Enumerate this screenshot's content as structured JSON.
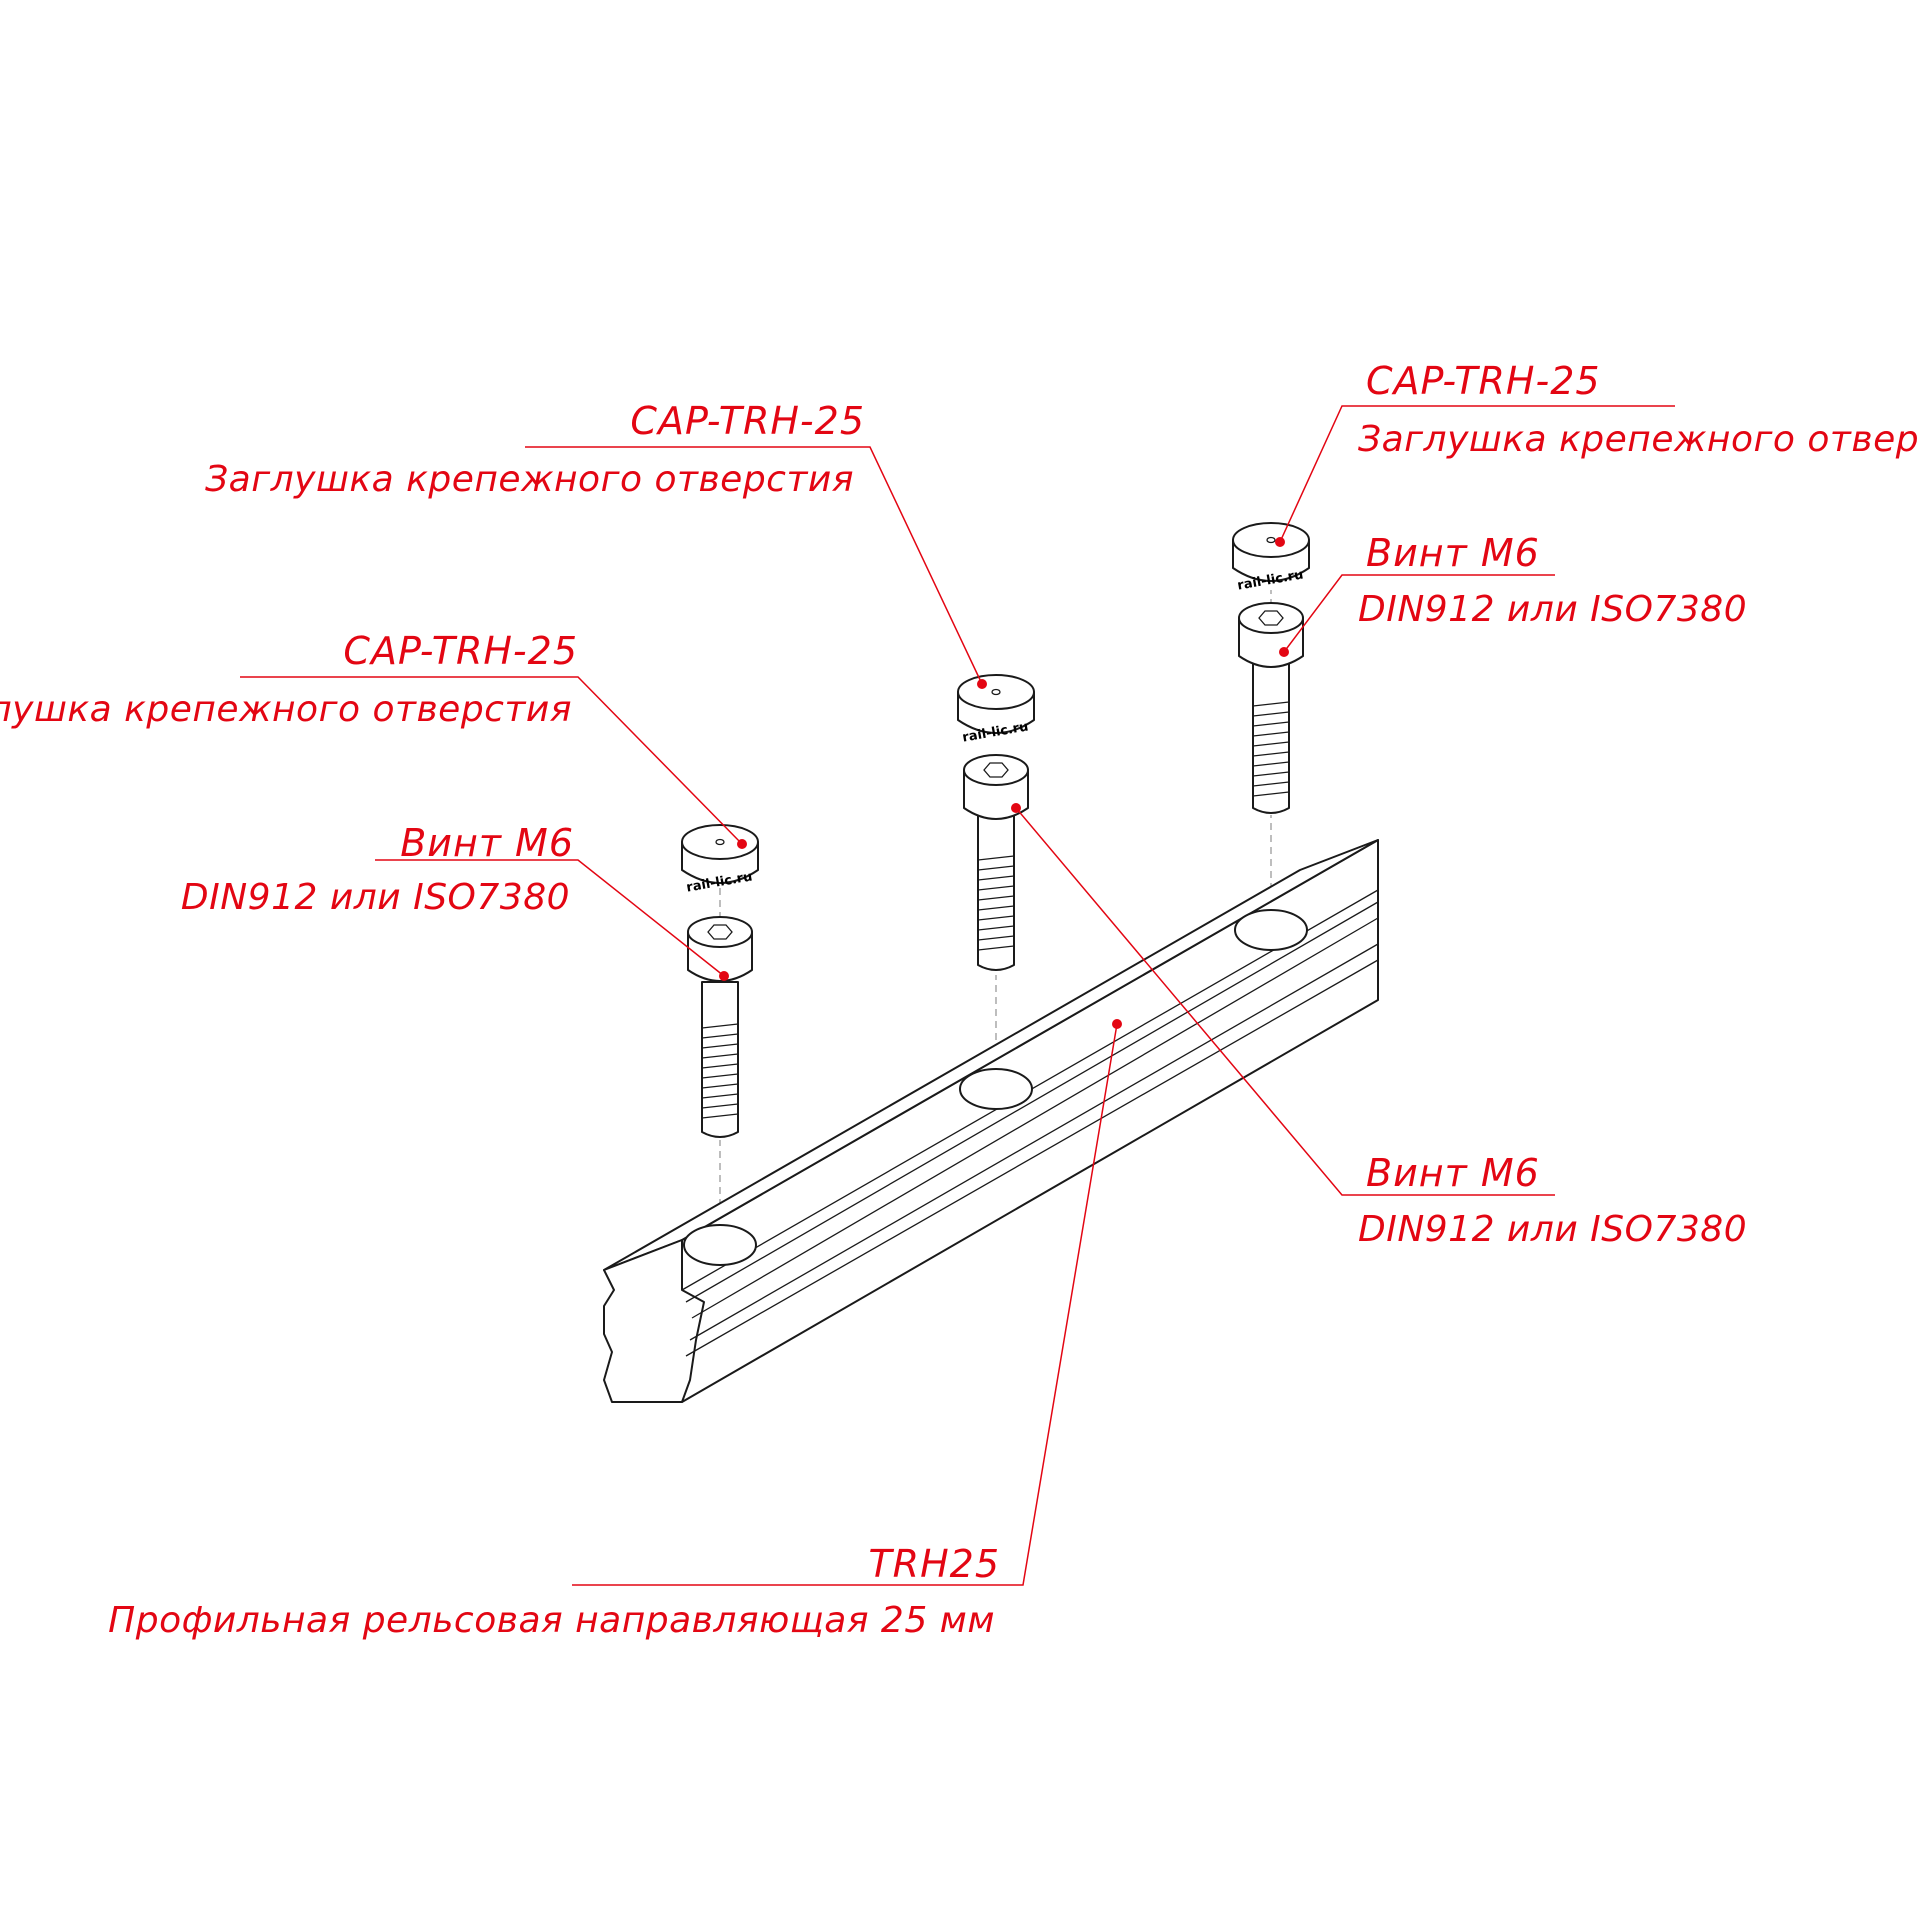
{
  "callouts": {
    "cap_left": {
      "code": "CAP-TRH-25",
      "desc": "Заглушка крепежного отверстия"
    },
    "cap_middle": {
      "code": "CAP-TRH-25",
      "desc": "Заглушка крепежного отверстия"
    },
    "cap_right": {
      "code": "CAP-TRH-25",
      "desc": "Заглушка крепежного отверстия"
    },
    "screw_left": {
      "code": "Винт М6",
      "desc": "DIN912 или ISO7380"
    },
    "screw_right": {
      "code": "Винт М6",
      "desc": "DIN912 или ISO7380"
    },
    "screw_middle": {
      "code": "Винт М6",
      "desc": "DIN912 или ISO7380"
    },
    "rail": {
      "code": "TRH25",
      "desc": "Профильная рельсовая направляющая 25 мм"
    }
  },
  "cap_marking": "rail-lic.ru",
  "colors": {
    "annotation": "#e30613",
    "outline": "#1a1a1a",
    "axis": "#9a9a9a"
  }
}
